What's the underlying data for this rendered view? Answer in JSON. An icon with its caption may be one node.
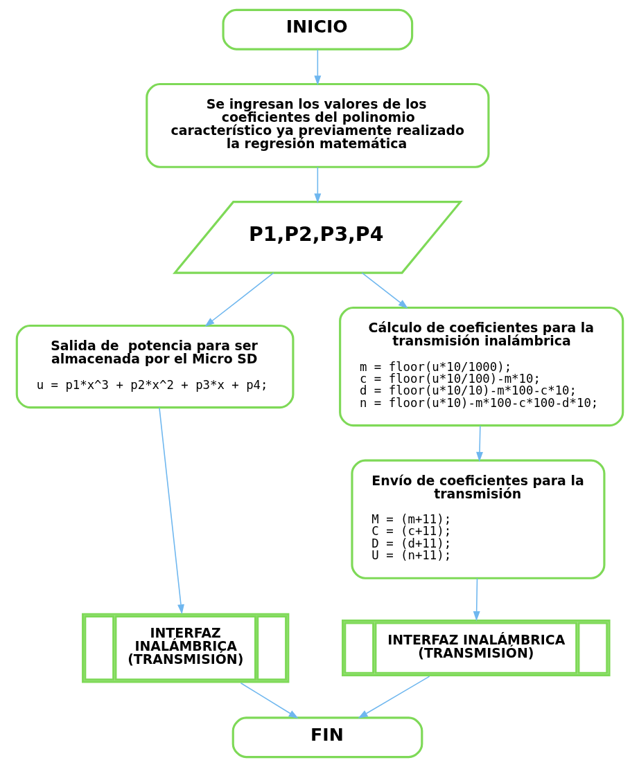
{
  "diagram": {
    "nodes": [
      {
        "text": [
          "INICIO"
        ]
      },
      {
        "text": [
          "Se ingresan los valores de los coeficientes del polinomio característico ya previamente realizado la regresión matemática"
        ]
      },
      {
        "text": [
          "P1,P2,P3,P4"
        ]
      },
      {
        "text": [
          "Salida de  potencia para ser almacenada por el Micro SD",
          "u = p1*x^3 + p2*x^2 + p3*x + p4;"
        ]
      },
      {
        "text": [
          "INTERFAZ INALÁMBRICA (TRANSMISIÓN)"
        ]
      },
      {
        "text": [
          "Cálculo de coeficientes para la transmisión inalámbrica",
          "m = floor(u*10/1000);",
          "c = floor(u*10/100)-m*10;",
          "d = floor(u*10/10)-m*100-c*10;",
          "n = floor(u*10)-m*100-c*100-d*10;"
        ]
      },
      {
        "text": [
          "Envío de coeficientes para la transmisión",
          "M = (m+11);",
          "C = (c+11);",
          "D = (d+11);",
          "U = (n+11);"
        ]
      },
      {
        "text": [
          "INTERFAZ INALÁMBRICA (TRANSMISIÓN)"
        ]
      },
      {
        "text": [
          "FIN"
        ]
      }
    ],
    "edges": [
      {
        "from": 0,
        "to": 1,
        "arrow": "to"
      },
      {
        "from": 1,
        "to": 2,
        "arrow": "to"
      },
      {
        "from": 2,
        "to": 3,
        "arrow": "to"
      },
      {
        "from": 2,
        "to": 5,
        "arrow": "to"
      },
      {
        "from": 3,
        "to": 4,
        "arrow": "to"
      },
      {
        "from": 5,
        "to": 6,
        "arrow": "to"
      },
      {
        "from": 6,
        "to": 7,
        "arrow": "to"
      },
      {
        "from": 4,
        "to": 8,
        "arrow": "to"
      },
      {
        "from": 7,
        "to": 8,
        "arrow": "to"
      }
    ]
  }
}
